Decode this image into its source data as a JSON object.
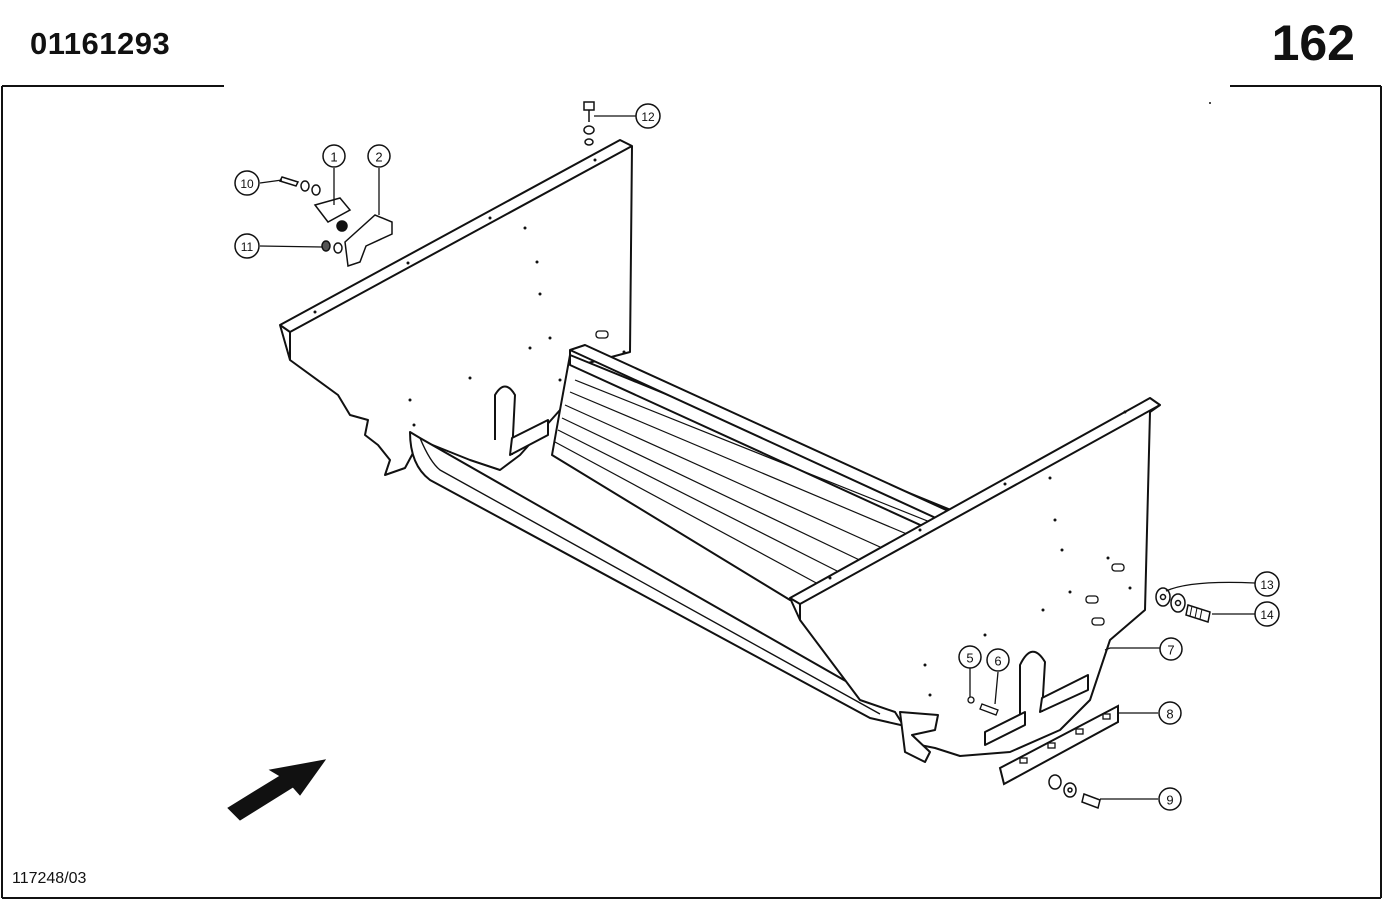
{
  "header": {
    "part_number": "01161293",
    "page_number": "162"
  },
  "footer": {
    "drawing_ref": "117248/03"
  },
  "callouts": [
    {
      "number": "1"
    },
    {
      "number": "2"
    },
    {
      "number": "5"
    },
    {
      "number": "6"
    },
    {
      "number": "7"
    },
    {
      "number": "8"
    },
    {
      "number": "9"
    },
    {
      "number": "10"
    },
    {
      "number": "11"
    },
    {
      "number": "12"
    },
    {
      "number": "13"
    },
    {
      "number": "14"
    }
  ],
  "icons": {
    "direction_arrow": "direction-arrow-icon"
  }
}
